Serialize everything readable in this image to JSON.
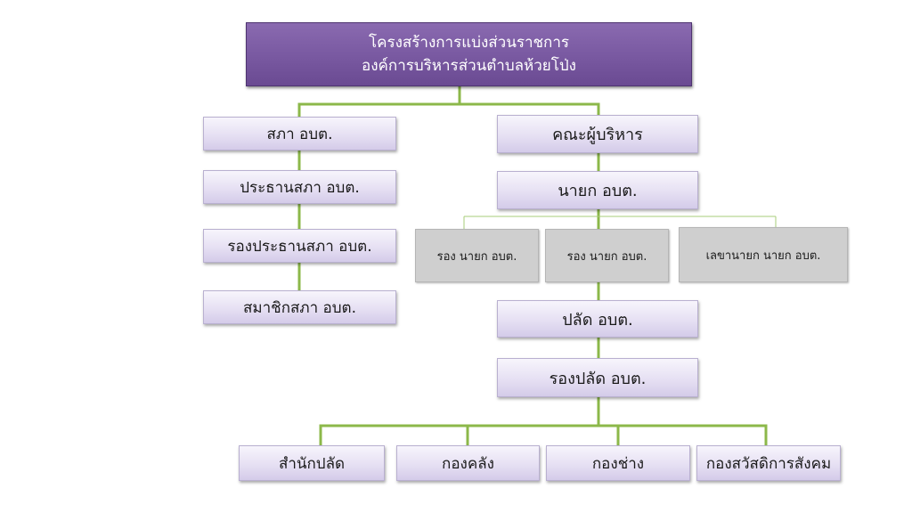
{
  "title": {
    "line1": "โครงสร้างการแบ่งส่วนราชการ",
    "line2": "องค์การบริหารส่วนตำบลห้วยโป่ง"
  },
  "council": {
    "council": "สภา อบต.",
    "chairman": "ประธานสภา อบต.",
    "vice_chairman": "รองประธานสภา อบต.",
    "members": "สมาชิกสภา อบต."
  },
  "executive": {
    "board": "คณะผู้บริหาร",
    "mayor": "นายก อบต.",
    "deputies": [
      "รอง นายก อบต.",
      "รอง นายก อบต.",
      "เลขานายก นายก อบต."
    ],
    "palad": "ปลัด อบต.",
    "deputy_palad": "รองปลัด อบต."
  },
  "divisions": [
    "สำนักปลัด",
    "กองคลัง",
    "กองช่าง",
    "กองสวัสดิการสังคม"
  ],
  "colors": {
    "title_fill": "#7a5aa2",
    "box_fill": "#e6e0f3",
    "deputy_fill": "#cfcfcf",
    "connector": "#8cb84a"
  }
}
